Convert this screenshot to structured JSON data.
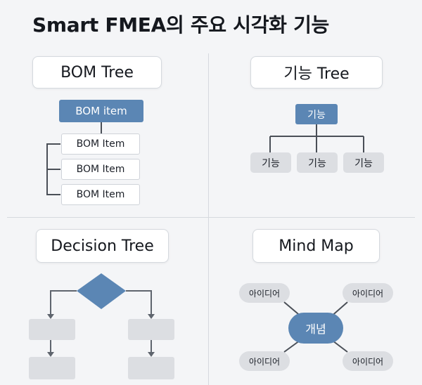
{
  "title": "Smart FMEA의 주요 시각화 기능",
  "bom_tree": {
    "title": "BOM Tree",
    "root": "BOM item",
    "children": [
      "BOM Item",
      "BOM Item",
      "BOM Item"
    ]
  },
  "function_tree": {
    "title": "기능 Tree",
    "root": "기능",
    "children": [
      "기능",
      "기능",
      "기능"
    ]
  },
  "decision_tree": {
    "title": "Decision Tree"
  },
  "mind_map": {
    "title": "Mind Map",
    "center": "개념",
    "ideas": [
      "아이디어",
      "아이디어",
      "아이디어",
      "아이디어"
    ]
  },
  "colors": {
    "accent": "#5b86b4",
    "node_gray": "#dcdee2",
    "line": "#4a4f57"
  }
}
